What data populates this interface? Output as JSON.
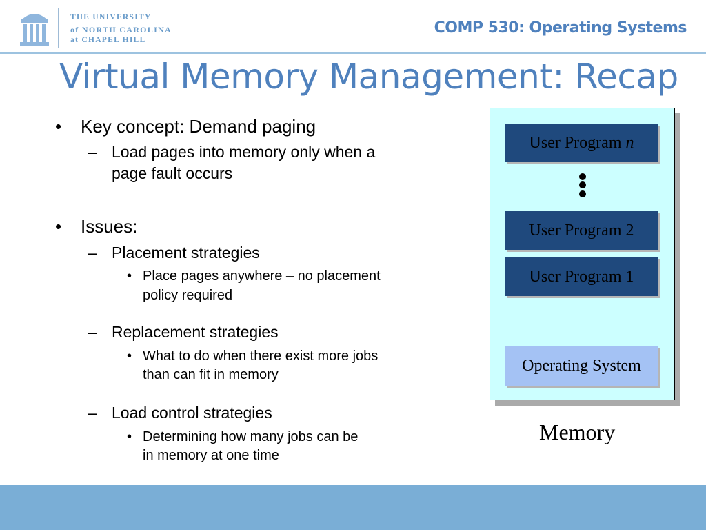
{
  "header": {
    "logo_lines": [
      "THE UNIVERSITY",
      "of NORTH CAROLINA",
      "at CHAPEL HILL"
    ],
    "course": "COMP 530: Operating Systems"
  },
  "title": "Virtual Memory Management: Recap",
  "bullets": {
    "b1": "Key concept: Demand paging",
    "b1s1a": "Load pages into memory only when a",
    "b1s1b": "page fault occurs",
    "b2": "Issues:",
    "p": "Placement strategies",
    "p1a": "Place pages anywhere – no placement",
    "p1b": "policy required",
    "r": "Replacement strategies",
    "r1a": "What to do when there exist more jobs",
    "r1b": "than can fit in memory",
    "l": "Load control strategies",
    "l1a": "Determining how many jobs can be",
    "l1b": "in memory at one time",
    "bullet": "•",
    "dash": "–"
  },
  "diagram": {
    "prog_n": "User Program ",
    "n": "n",
    "prog2": "User Program 2",
    "prog1": "User Program 1",
    "os": "Operating System",
    "label": "Memory"
  },
  "colors": {
    "accent": "#4f81bd",
    "program": "#1f497d",
    "os": "#a4c2f4",
    "memory": "#ccffff",
    "footer": "#7aaed6"
  }
}
